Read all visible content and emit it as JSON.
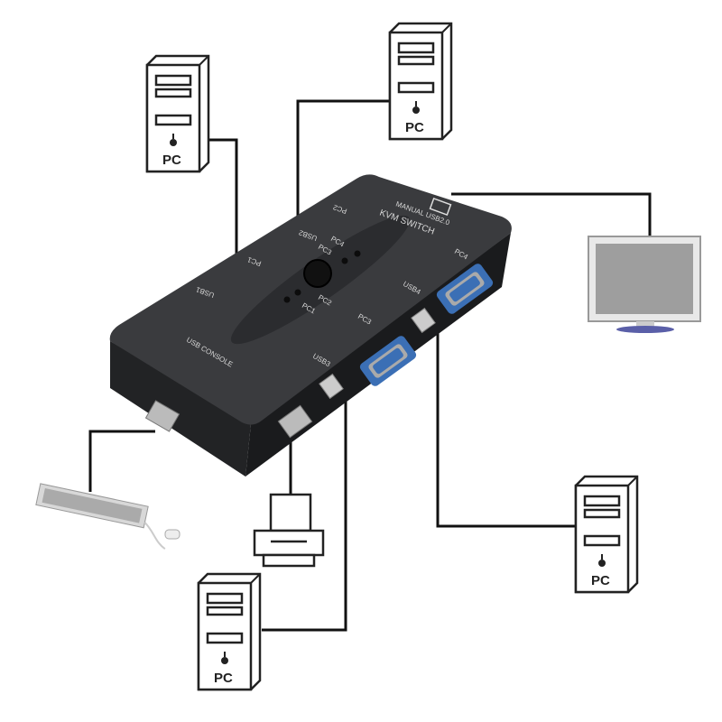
{
  "device": {
    "model_line": "MANUAL USB2.0",
    "title": "KVM SWITCH",
    "port_labels_top": [
      "PC1",
      "USB1",
      "USB2",
      "PC2"
    ],
    "led_labels": [
      "PC1",
      "PC2",
      "PC3",
      "PC4"
    ],
    "port_labels_front": [
      "USB3",
      "PC3",
      "USB4",
      "PC4"
    ],
    "console_label": "USB CONSOLE"
  },
  "computers": [
    {
      "label": "PC"
    },
    {
      "label": "PC"
    },
    {
      "label": "PC"
    },
    {
      "label": "PC"
    }
  ],
  "colors": {
    "device": "#3a3b3e",
    "vga_port": "#3b6fb5",
    "wire": "#111111",
    "monitor_screen": "#9e9e9e"
  }
}
